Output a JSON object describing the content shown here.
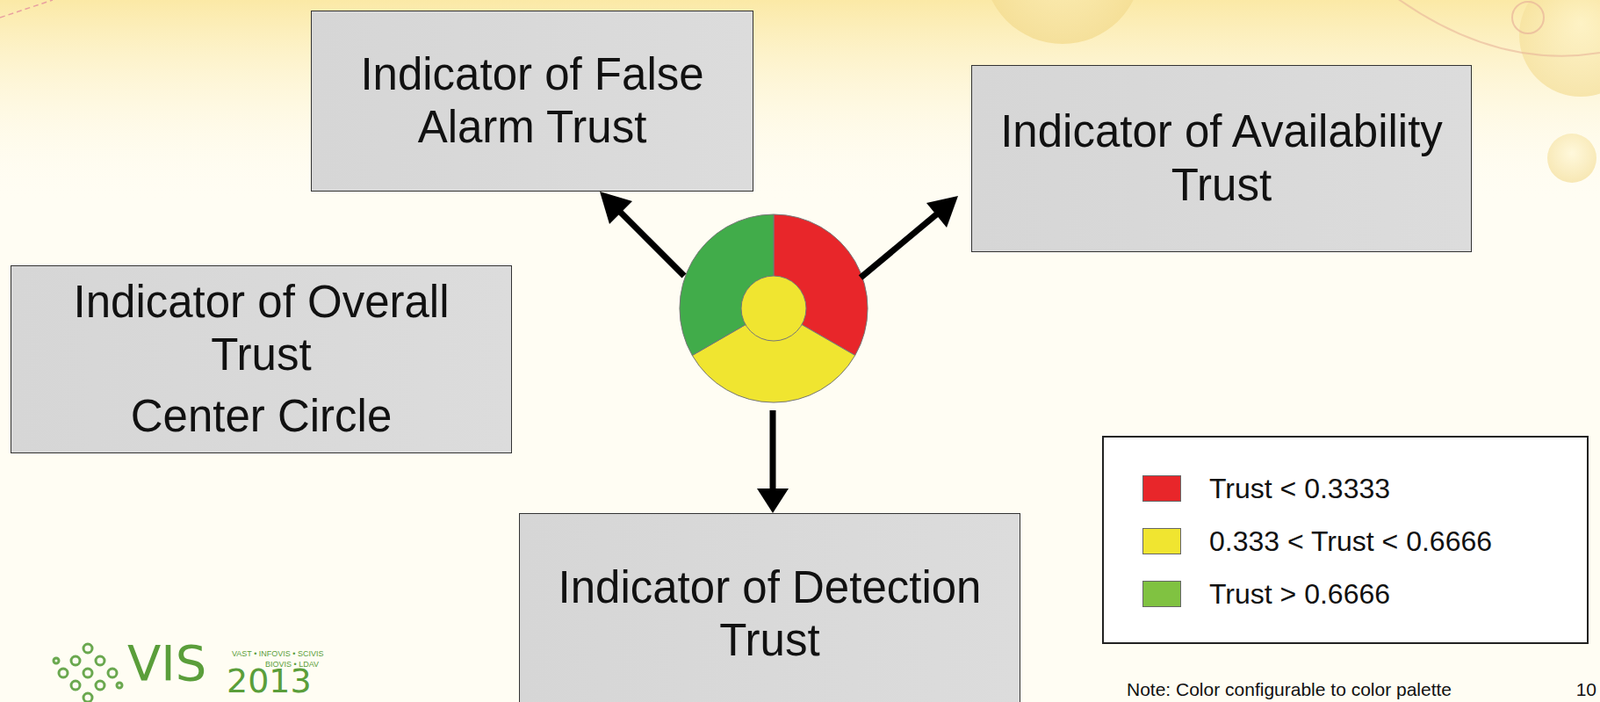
{
  "diagram": {
    "nodes": [
      {
        "text": [
          "Indicator of False Alarm Trust"
        ]
      },
      {
        "text": [
          "Indicator of Availability Trust"
        ]
      },
      {
        "text": [
          "Indicator of Overall Trust",
          "Center Circle"
        ]
      },
      {
        "text": [
          "Indicator of Detection Trust"
        ]
      }
    ],
    "edges": [],
    "labels": [
      "Note: Color configurable to color palette",
      "10",
      "VIS",
      "VAST • INFOVIS • SCIVIS",
      "BIOVIS • LDAV",
      "2013"
    ],
    "legend": [
      {
        "text": "Trust < 0.3333",
        "color": "#e8262a"
      },
      {
        "text": "0.333 < Trust < 0.6666",
        "color": "#f0e530"
      },
      {
        "text": "Trust > 0.6666",
        "color": "#80c241"
      }
    ]
  }
}
